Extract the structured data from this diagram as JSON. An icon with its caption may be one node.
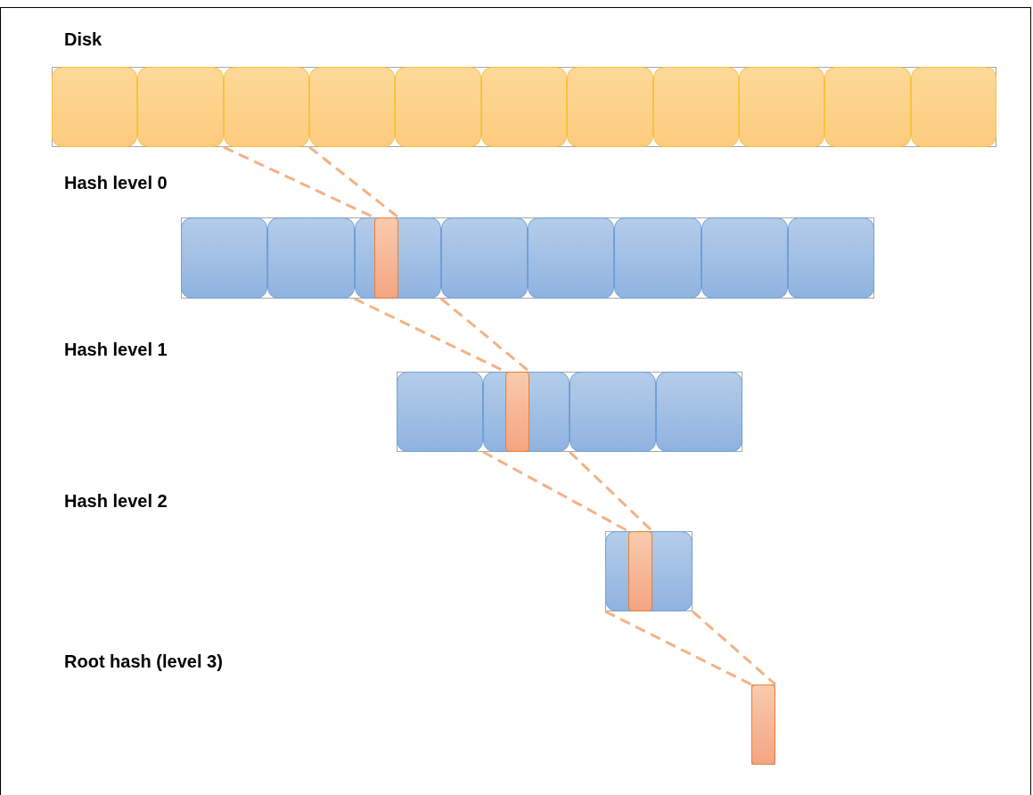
{
  "diagram": {
    "nodes": [
      {
        "text": [],
        "shape": "box"
      },
      {
        "text": [],
        "shape": "box",
        "in": 0
      },
      {
        "text": [],
        "shape": "box",
        "in": 0
      },
      {
        "text": [],
        "shape": "box",
        "in": 0
      },
      {
        "text": [],
        "shape": "box",
        "in": 0
      },
      {
        "text": [],
        "shape": "box",
        "in": 0
      },
      {
        "text": [],
        "shape": "box",
        "in": 0
      },
      {
        "text": [],
        "shape": "box",
        "in": 0
      },
      {
        "text": [],
        "shape": "box",
        "in": 0
      },
      {
        "text": [],
        "shape": "box",
        "in": 0
      },
      {
        "text": [],
        "shape": "box",
        "in": 0
      },
      {
        "text": [],
        "shape": "box",
        "in": 0
      },
      {
        "text": [],
        "shape": "box"
      },
      {
        "text": [],
        "shape": "box",
        "in": 12
      },
      {
        "text": [],
        "shape": "box",
        "in": 12
      },
      {
        "text": [],
        "shape": "box",
        "in": 12
      },
      {
        "text": [],
        "shape": "box",
        "in": 12
      },
      {
        "text": [],
        "shape": "box",
        "in": 12
      },
      {
        "text": [],
        "shape": "box",
        "in": 12
      },
      {
        "text": [],
        "shape": "box",
        "in": 12
      },
      {
        "text": [],
        "shape": "box",
        "in": 12
      },
      {
        "text": [],
        "shape": "bar",
        "in": 15
      },
      {
        "text": [],
        "shape": "box"
      },
      {
        "text": [],
        "shape": "box",
        "in": 22
      },
      {
        "text": [],
        "shape": "box",
        "in": 22
      },
      {
        "text": [],
        "shape": "box",
        "in": 22
      },
      {
        "text": [],
        "shape": "box",
        "in": 22
      },
      {
        "text": [],
        "shape": "bar",
        "in": 24
      },
      {
        "text": [],
        "shape": "box"
      },
      {
        "text": [],
        "shape": "box",
        "in": 28
      },
      {
        "text": [],
        "shape": "bar",
        "in": 29
      },
      {
        "text": [],
        "shape": "box"
      },
      {
        "text": [],
        "shape": "bar",
        "in": 31
      }
    ],
    "edges": [
      {
        "from": 3,
        "to": 21,
        "arrow": "none",
        "style": "dashed",
        "color": "#f4b183"
      },
      {
        "from": 15,
        "to": 27,
        "arrow": "none",
        "style": "dashed",
        "color": "#f4b183"
      },
      {
        "from": 24,
        "to": 30,
        "arrow": "none",
        "style": "dashed",
        "color": "#f4b183"
      },
      {
        "from": 29,
        "to": 32,
        "arrow": "none",
        "style": "dashed",
        "color": "#f4b183"
      }
    ],
    "labels": [
      "Disk",
      "Hash level 0",
      "Hash level 1",
      "Hash level 2",
      "Root hash (level 3)"
    ]
  }
}
